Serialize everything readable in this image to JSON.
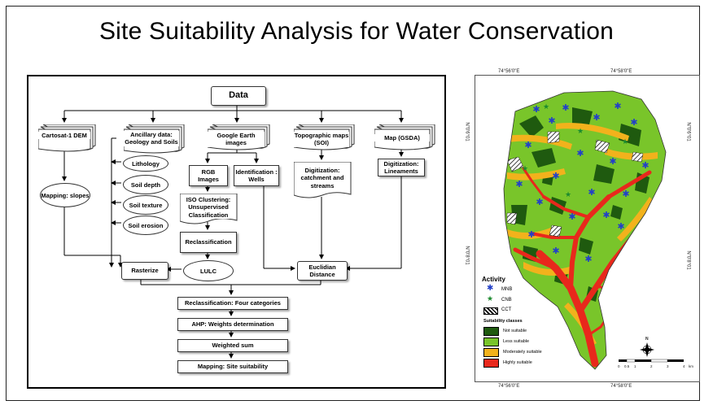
{
  "title": "Site Suitability Analysis for Water Conservation",
  "flowchart": {
    "data": "Data",
    "cartosat": "Cartosat-1 DEM",
    "ancillary": "Ancillary data: Geology and Soils",
    "google_earth": "Google Earth images",
    "topographic": "Topographic maps (SOI)",
    "map_gsda": "Map (GSDA)",
    "lithology": "Lithology",
    "soil_depth": "Soil depth",
    "soil_texture": "Soil texture",
    "soil_erosion": "Soil erosion",
    "mapping_slopes": "Mapping: slopes",
    "rgb": "RGB Images",
    "identification": "Identification : Wells",
    "digitization_catchment": "Digitization: catchment and streams",
    "digitization_lineaments": "Digitization: Lineaments",
    "iso": "ISO Clustering: Unsupervised Classification",
    "reclassification": "Reclassification",
    "rasterize": "Rasterize",
    "lulc": "LULC",
    "euclidian": "Euclidian Distance",
    "reclass_four": "Reclassification:  Four categories",
    "ahp": "AHP: Weights determination",
    "weighted_sum": "Weighted sum",
    "mapping_site": "Mapping: Site suitability"
  },
  "map": {
    "coord_top_left": "74°56'0\"E",
    "coord_top_right": "74°58'0\"E",
    "coord_bottom_left": "74°56'0\"E",
    "coord_bottom_right": "74°58'0\"E",
    "coord_left_top": "N\"0'6°01",
    "coord_left_mid": "N\"0'8°01",
    "coord_right_top": "N\"0'6°01",
    "coord_right_mid": "N\"0'8°01",
    "activity_title": "Activity",
    "activity": [
      {
        "label": "MNB",
        "icon": "blue-asterisk-icon"
      },
      {
        "label": "CNB",
        "icon": "green-star-icon"
      },
      {
        "label": "CCT",
        "icon": "hatched-pattern-icon"
      }
    ],
    "suitability_title": "Suitability classes",
    "classes": [
      {
        "label": "Not suitable",
        "color": "#1f5a0f"
      },
      {
        "label": "Less suitable",
        "color": "#79c52a"
      },
      {
        "label": "Moderately suitable",
        "color": "#f2b21c"
      },
      {
        "label": "Highly suitable",
        "color": "#e8281c"
      }
    ],
    "scale_labels": [
      "0",
      "0.5",
      "1",
      "2",
      "3",
      "4"
    ],
    "scale_unit": "km",
    "north": "N"
  }
}
